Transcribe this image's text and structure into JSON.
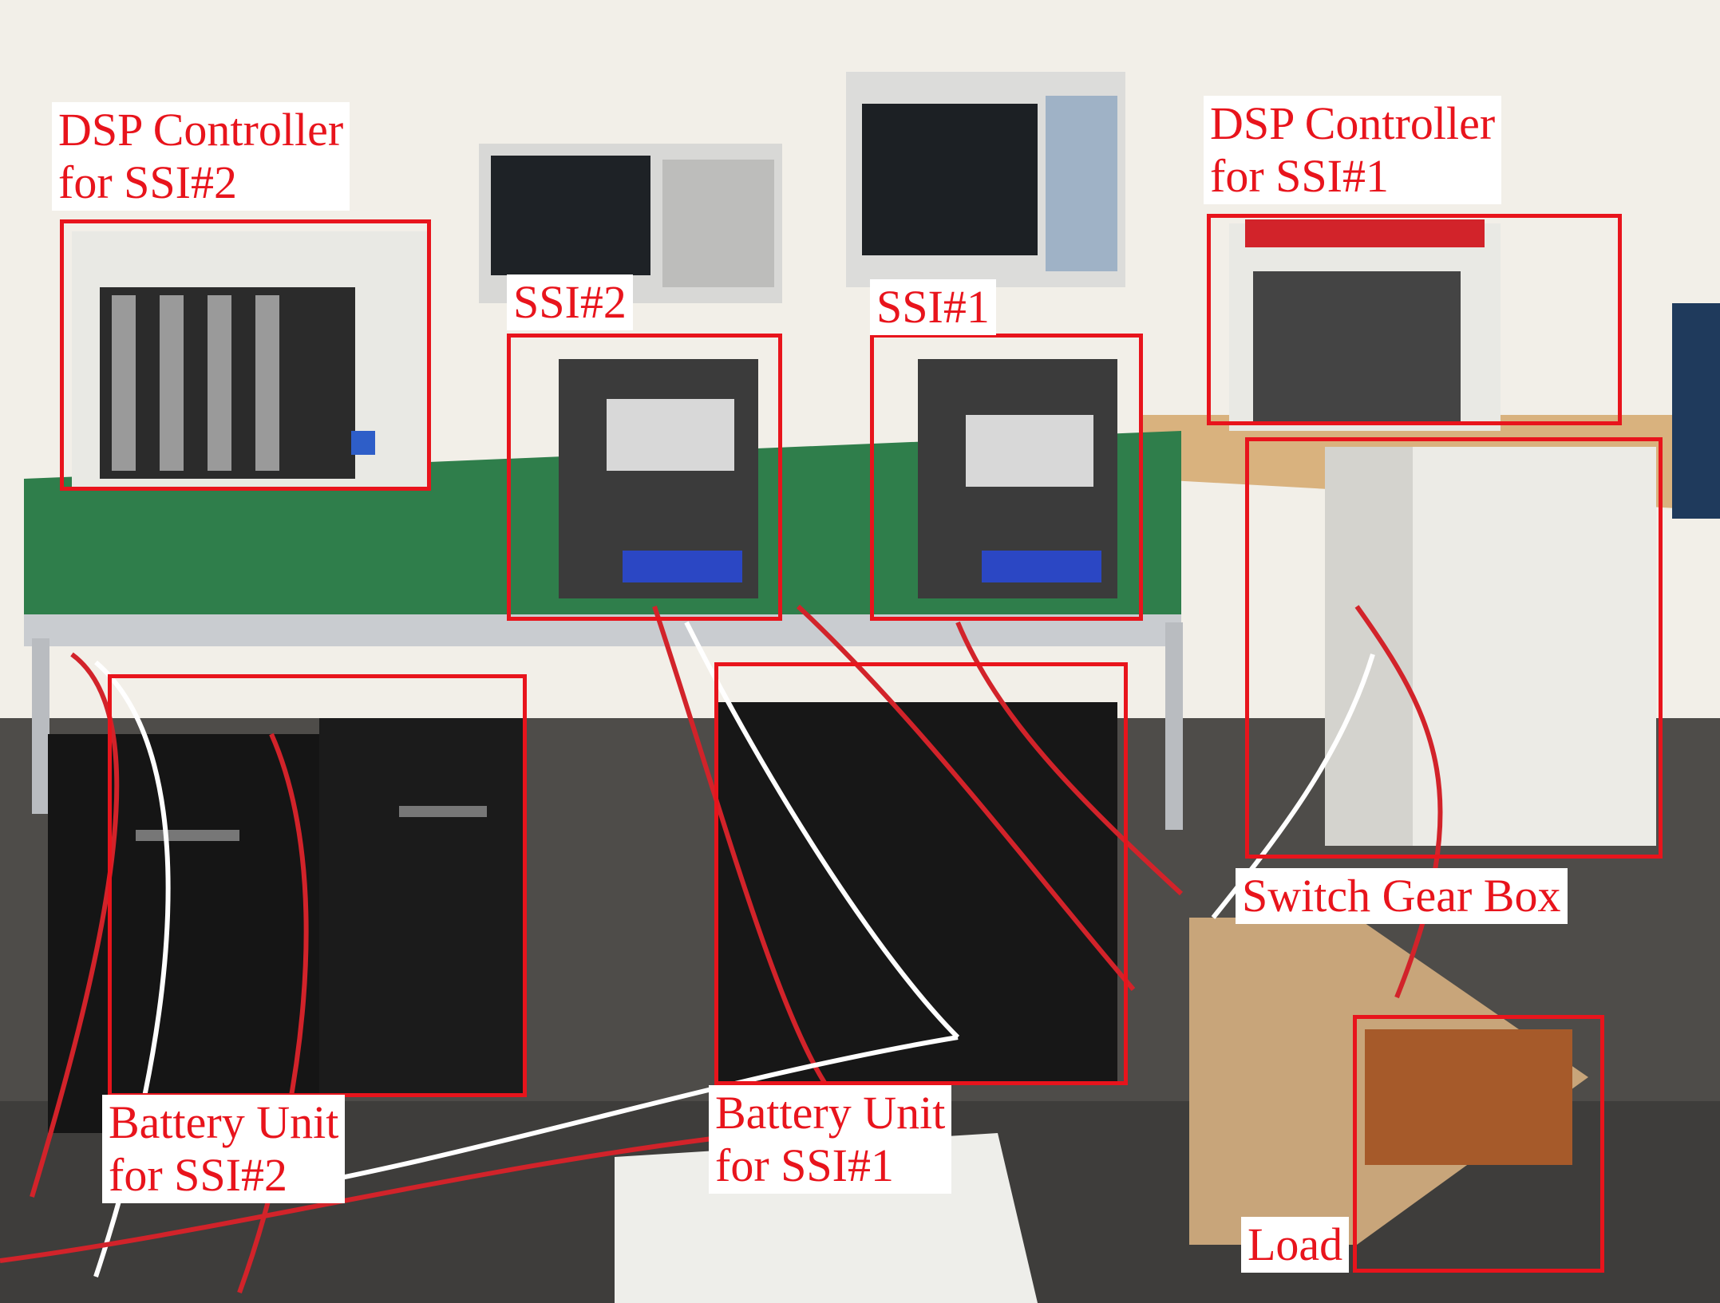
{
  "annotations": {
    "dsp2": [
      "DSP Controller",
      "for SSI#2"
    ],
    "dsp1": [
      "DSP Controller",
      "for SSI#1"
    ],
    "ssi2": "SSI#2",
    "ssi1": "SSI#1",
    "battery2": [
      "Battery Unit",
      "for SSI#2"
    ],
    "battery1": [
      "Battery Unit",
      "for SSI#1"
    ],
    "switchgear": "Switch Gear Box",
    "load": "Load"
  },
  "colors": {
    "annotation": "#e8141c",
    "wall": "#f3f0ea",
    "floor": "#4b4a48",
    "bench_mat": "#2e7d4a",
    "cabinet": "#141414",
    "shelf": "#d6b48a",
    "enclosure": "#ecebe6"
  },
  "cables": [
    "#d2232a",
    "#ffffff",
    "#a8a8a8",
    "#c8381e"
  ]
}
